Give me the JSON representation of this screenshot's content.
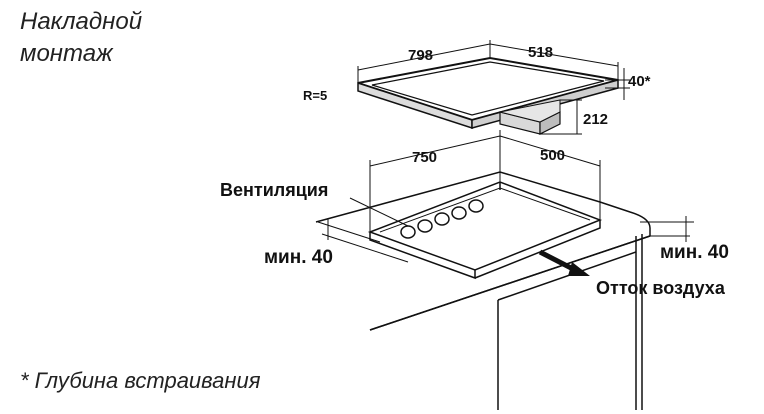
{
  "title": {
    "line1": "Накладной",
    "line2": "монтаж"
  },
  "footnote": "* Глубина встраивания",
  "dimensions": {
    "top_width": "798",
    "top_depth": "518",
    "thickness": "40*",
    "radius": "R=5",
    "height": "212",
    "cutout_width": "750",
    "cutout_depth": "500",
    "min_left": "мин. 40",
    "min_right": "мин. 40"
  },
  "labels": {
    "ventilation": "Вентиляция",
    "air_outlet": "Отток воздуха"
  }
}
